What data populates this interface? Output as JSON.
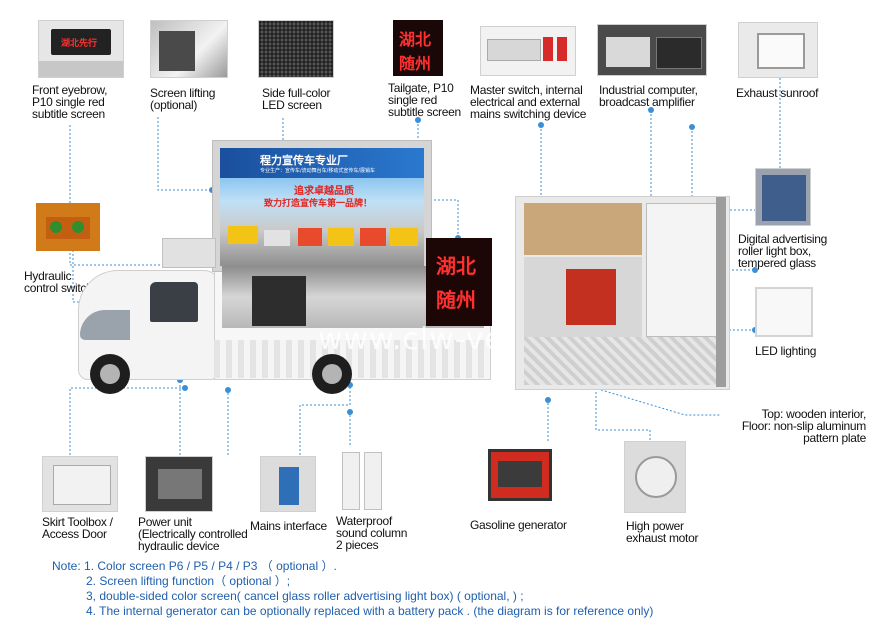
{
  "labels": {
    "front_eyebrow": [
      "Front eyebrow,",
      "P10 single red",
      "subtitle screen"
    ],
    "screen_lifting": [
      "Screen lifting",
      "(optional)"
    ],
    "side_led": [
      "Side full-color",
      "LED screen"
    ],
    "tailgate": [
      "Tailgate, P10",
      "single red",
      "subtitle screen"
    ],
    "master_switch": [
      "Master switch, internal",
      "electrical and external",
      "mains switching device"
    ],
    "industrial_computer": [
      "Industrial computer,",
      "broadcast amplifier"
    ],
    "exhaust_sunroof": [
      "Exhaust sunroof"
    ],
    "hydraulic": [
      "Hydraulic",
      "control switch"
    ],
    "digital_ad": [
      "Digital advertising",
      "roller light box,",
      "tempered glass"
    ],
    "led_lighting": [
      "LED lighting"
    ],
    "interior": [
      "Top: wooden interior,",
      "Floor: non-slip aluminum",
      "pattern plate"
    ],
    "skirt_toolbox": [
      "Skirt Toolbox /",
      "Access Door"
    ],
    "power_unit": [
      "Power unit",
      "(Electrically controlled",
      "hydraulic device"
    ],
    "mains_interface": [
      "Mains interface"
    ],
    "waterproof": [
      "Waterproof",
      "sound column",
      "2 pieces"
    ],
    "gasoline": [
      "Gasoline generator"
    ],
    "exhaust_motor": [
      "High power",
      "exhaust motor"
    ]
  },
  "screens": {
    "tailgate_text": [
      "湖北",
      "随州"
    ],
    "eyebrow_text": "湖北先行",
    "billboard_title": "程力宣传车专业厂",
    "billboard_sub": "专业生产：宣传车/流动舞台车/移动式宣传车/展销车",
    "billboard_slogan1": "追求卓越品质",
    "billboard_slogan2": "致力打造宣传车第一品牌！"
  },
  "watermark": "www.clw-vehicle.com",
  "notes": [
    "Note: 1. Color screen P6 / P5 / P4 / P3 （ optional ）.",
    "2. Screen lifting function（ optional ）;",
    "3, double-sided color screen( cancel  glass roller advertising light box) ( optional, ) ;",
    "4. The internal generator can be optionally replaced with a battery pack .   (the diagram is for reference only)"
  ],
  "colors": {
    "line": "#3a8fd6",
    "note": "#1f5fae",
    "led": "#ff3030"
  }
}
